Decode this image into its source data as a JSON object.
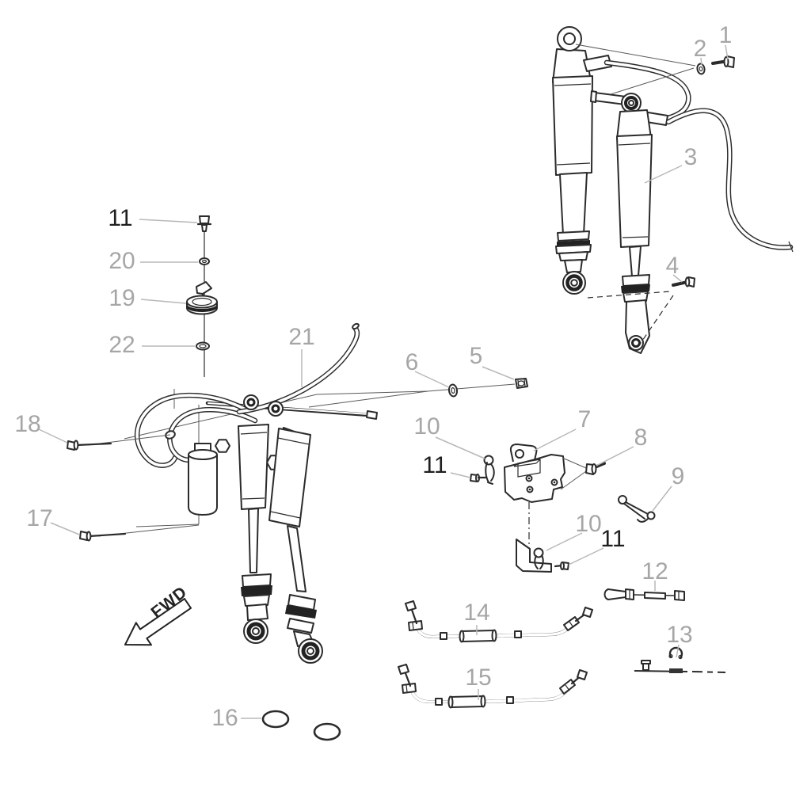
{
  "diagram": {
    "type": "exploded-parts-diagram",
    "subject": "rear gas shock absorbers, mounting bracket and control cables",
    "background_color": "#ffffff",
    "line_color": "#2b2b2b",
    "leader_line_color": "#b8b8b8",
    "label_color_gray": "#a6a6a6",
    "label_color_black": "#1f1f1f",
    "direction_arrow": {
      "label": "FWD"
    },
    "labels": [
      {
        "id": "1",
        "text": "1",
        "color": "gray"
      },
      {
        "id": "2",
        "text": "2",
        "color": "gray"
      },
      {
        "id": "3",
        "text": "3",
        "color": "gray"
      },
      {
        "id": "4",
        "text": "4",
        "color": "gray"
      },
      {
        "id": "11a",
        "text": "11",
        "color": "black"
      },
      {
        "id": "20",
        "text": "20",
        "color": "gray"
      },
      {
        "id": "19",
        "text": "19",
        "color": "gray"
      },
      {
        "id": "22",
        "text": "22",
        "color": "gray"
      },
      {
        "id": "21",
        "text": "21",
        "color": "gray"
      },
      {
        "id": "18",
        "text": "18",
        "color": "gray"
      },
      {
        "id": "6",
        "text": "6",
        "color": "gray"
      },
      {
        "id": "5",
        "text": "5",
        "color": "gray"
      },
      {
        "id": "10a",
        "text": "10",
        "color": "gray"
      },
      {
        "id": "7",
        "text": "7",
        "color": "gray"
      },
      {
        "id": "8",
        "text": "8",
        "color": "gray"
      },
      {
        "id": "11b",
        "text": "11",
        "color": "black"
      },
      {
        "id": "9",
        "text": "9",
        "color": "gray"
      },
      {
        "id": "17",
        "text": "17",
        "color": "gray"
      },
      {
        "id": "10b",
        "text": "10",
        "color": "gray"
      },
      {
        "id": "11c",
        "text": "11",
        "color": "black"
      },
      {
        "id": "12",
        "text": "12",
        "color": "gray"
      },
      {
        "id": "14",
        "text": "14",
        "color": "gray"
      },
      {
        "id": "13",
        "text": "13",
        "color": "gray"
      },
      {
        "id": "15",
        "text": "15",
        "color": "gray"
      },
      {
        "id": "16",
        "text": "16",
        "color": "gray"
      }
    ]
  }
}
